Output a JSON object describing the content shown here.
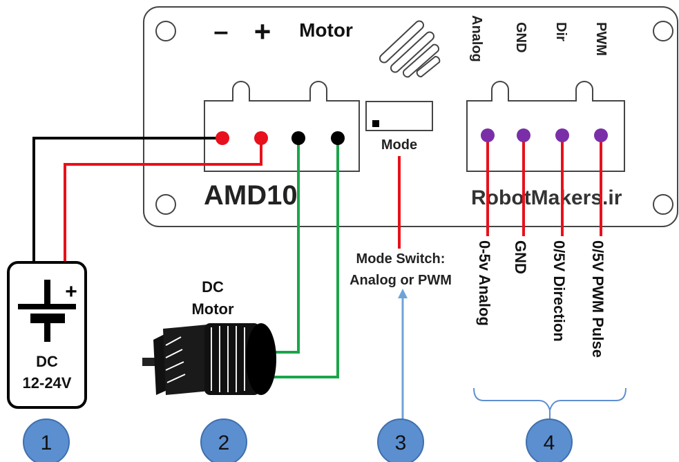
{
  "board": {
    "model": "AMD10",
    "brand": "RobotMakers.ir",
    "mode_label": "Mode",
    "motor_terminal": {
      "minus": "–",
      "plus": "+",
      "label": "Motor"
    },
    "header_pins": [
      "Analog",
      "GND",
      "Dir",
      "PWM"
    ]
  },
  "power_supply": {
    "symbol_plus": "+",
    "line1": "DC",
    "line2": "12-24V"
  },
  "motor": {
    "line1": "DC",
    "line2": "Motor"
  },
  "mode_switch": {
    "line1": "Mode Switch:",
    "line2": "Analog or PWM"
  },
  "signals": [
    "0-5v Analog",
    "GND",
    "0/5V Direction",
    "0/5V PWM Pulse"
  ],
  "steps": [
    "1",
    "2",
    "3",
    "4"
  ],
  "colors": {
    "wire_black": "#000000",
    "wire_red": "#e8101a",
    "wire_green": "#1aa54a",
    "pin_purple": "#7a2fa8",
    "arrow_blue": "#6fa3d8",
    "badge_fill": "#5b8fd0",
    "badge_stroke": "#3f6fae",
    "bracket_blue": "#5f8fd2"
  }
}
